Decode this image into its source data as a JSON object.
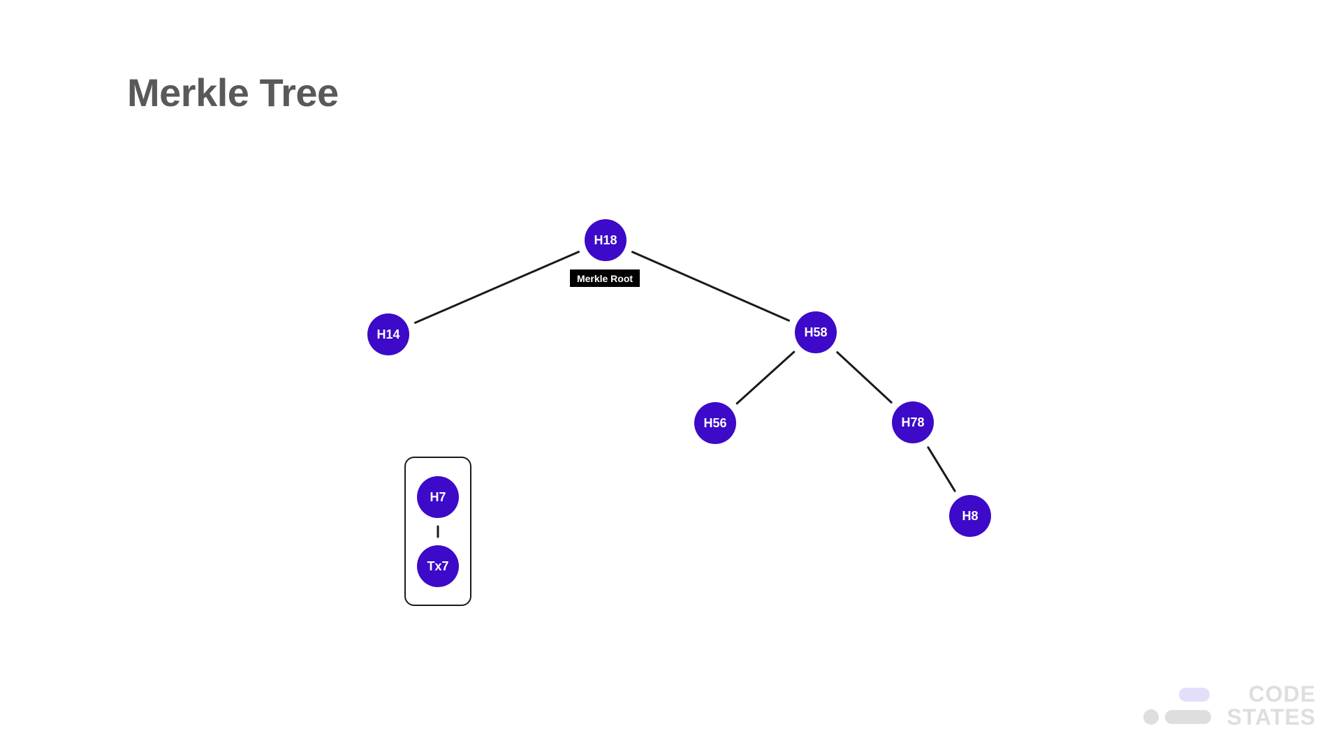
{
  "slide": {
    "title": "Merkle Tree"
  },
  "colors": {
    "title": "#595959",
    "node_fill": "#3c0ac8",
    "node_text": "#ffffff",
    "edge": "#1a1a1a",
    "tag_bg": "#000000",
    "tag_text": "#ffffff",
    "box_stroke": "#1a1a1a",
    "logo_accent": "#e3defa",
    "logo_gray": "#dedede"
  },
  "diagram": {
    "nodes": [
      {
        "id": "H18",
        "label": "H18"
      },
      {
        "id": "H14",
        "label": "H14"
      },
      {
        "id": "H58",
        "label": "H58"
      },
      {
        "id": "H56",
        "label": "H56"
      },
      {
        "id": "H78",
        "label": "H78"
      },
      {
        "id": "H8",
        "label": "H8"
      },
      {
        "id": "H7",
        "label": "H7"
      },
      {
        "id": "Tx7",
        "label": "Tx7"
      }
    ],
    "edges": [
      {
        "from": "H18",
        "to": "H14"
      },
      {
        "from": "H18",
        "to": "H58"
      },
      {
        "from": "H58",
        "to": "H56"
      },
      {
        "from": "H58",
        "to": "H78"
      },
      {
        "from": "H78",
        "to": "H8"
      },
      {
        "from": "H7",
        "to": "Tx7"
      }
    ],
    "root_tag": "Merkle Root"
  },
  "logo": {
    "line1": "CODE",
    "line2": "STATES"
  }
}
